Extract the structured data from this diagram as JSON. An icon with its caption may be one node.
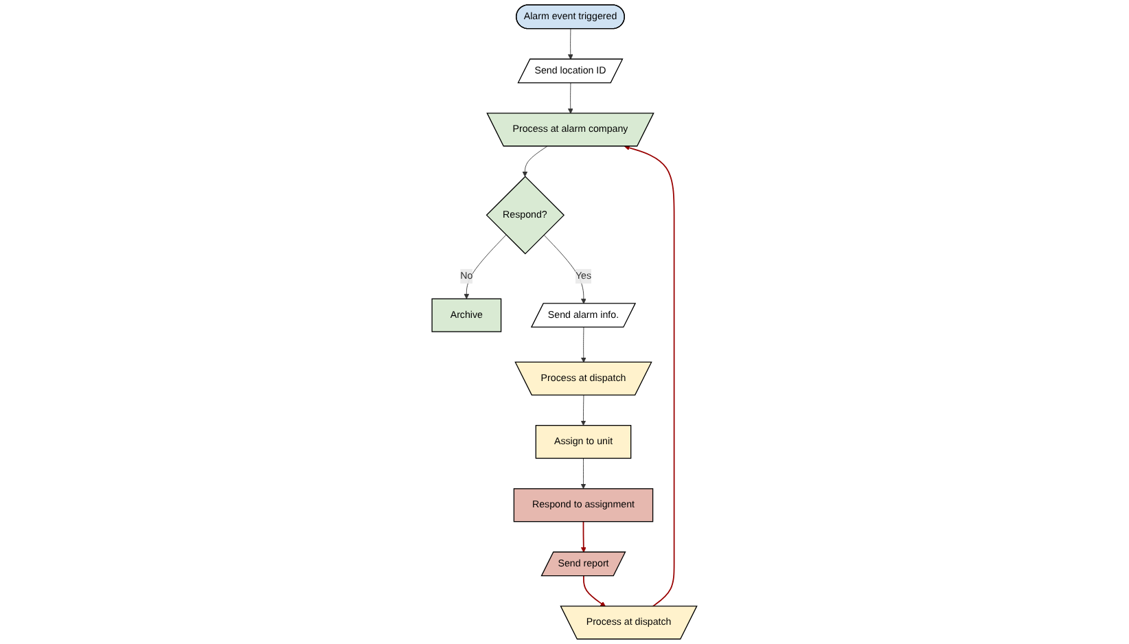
{
  "diagram": {
    "nodes": [
      {
        "text": [
          "Send location ID"
        ]
      },
      {
        "text": [
          "Alarm event triggered"
        ]
      },
      {
        "text": [
          "Process at alarm company"
        ]
      },
      {
        "text": [
          "Respond?"
        ]
      },
      {
        "text": [
          "Archive"
        ]
      },
      {
        "text": [
          "Send alarm info."
        ]
      },
      {
        "text": [
          "Process at dispatch"
        ]
      },
      {
        "text": [
          "Assign to unit"
        ]
      },
      {
        "text": [
          "Respond to assignment"
        ]
      },
      {
        "text": [
          "Send report"
        ]
      },
      {
        "text": [
          "Process at dispatch"
        ]
      }
    ],
    "edges": [
      {
        "from": 1,
        "to": 0,
        "arrow": "to"
      },
      {
        "from": 0,
        "to": 2,
        "arrow": "to"
      },
      {
        "from": 2,
        "to": 3,
        "arrow": "to"
      },
      {
        "from": 3,
        "to": 4,
        "arrow": "to",
        "label": "No"
      },
      {
        "from": 3,
        "to": 5,
        "arrow": "to",
        "label": "Yes"
      },
      {
        "from": 5,
        "to": 6,
        "arrow": "to"
      },
      {
        "from": 6,
        "to": 7,
        "arrow": "to"
      },
      {
        "from": 7,
        "to": 8,
        "arrow": "to"
      },
      {
        "from": 8,
        "to": 9,
        "arrow": "to",
        "color": "#990000"
      },
      {
        "from": 9,
        "to": 10,
        "arrow": "to",
        "color": "#990000"
      },
      {
        "from": 10,
        "to": 2,
        "arrow": "to",
        "color": "#990000"
      }
    ]
  }
}
